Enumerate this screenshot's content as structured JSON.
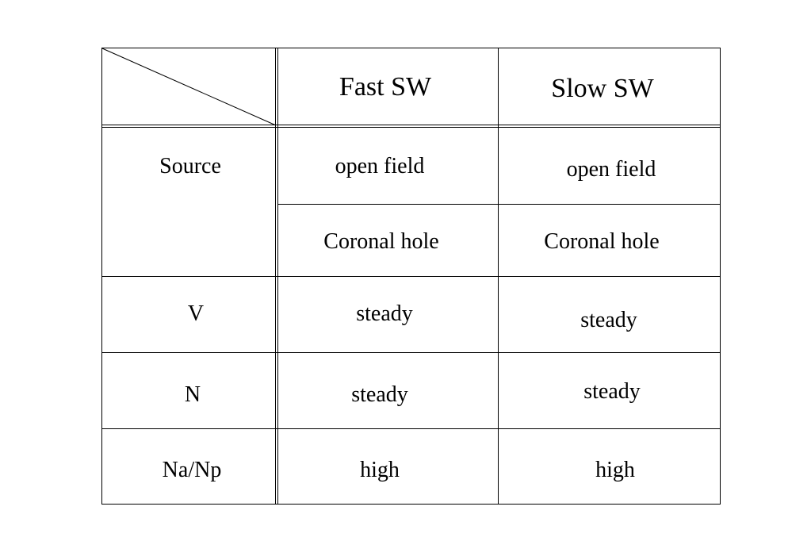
{
  "table": {
    "header": {
      "col1": "Fast SW",
      "col2": "Slow SW"
    },
    "rows": [
      {
        "label": "Source",
        "fast": "open field",
        "slow": "open field"
      },
      {
        "label": "",
        "fast": "Coronal hole",
        "slow": "Coronal hole"
      },
      {
        "label": "V",
        "fast": "steady",
        "slow": "steady"
      },
      {
        "label": "N",
        "fast": "steady",
        "slow": "steady"
      },
      {
        "label": "Na/Np",
        "fast": "high",
        "slow": "high"
      }
    ]
  }
}
